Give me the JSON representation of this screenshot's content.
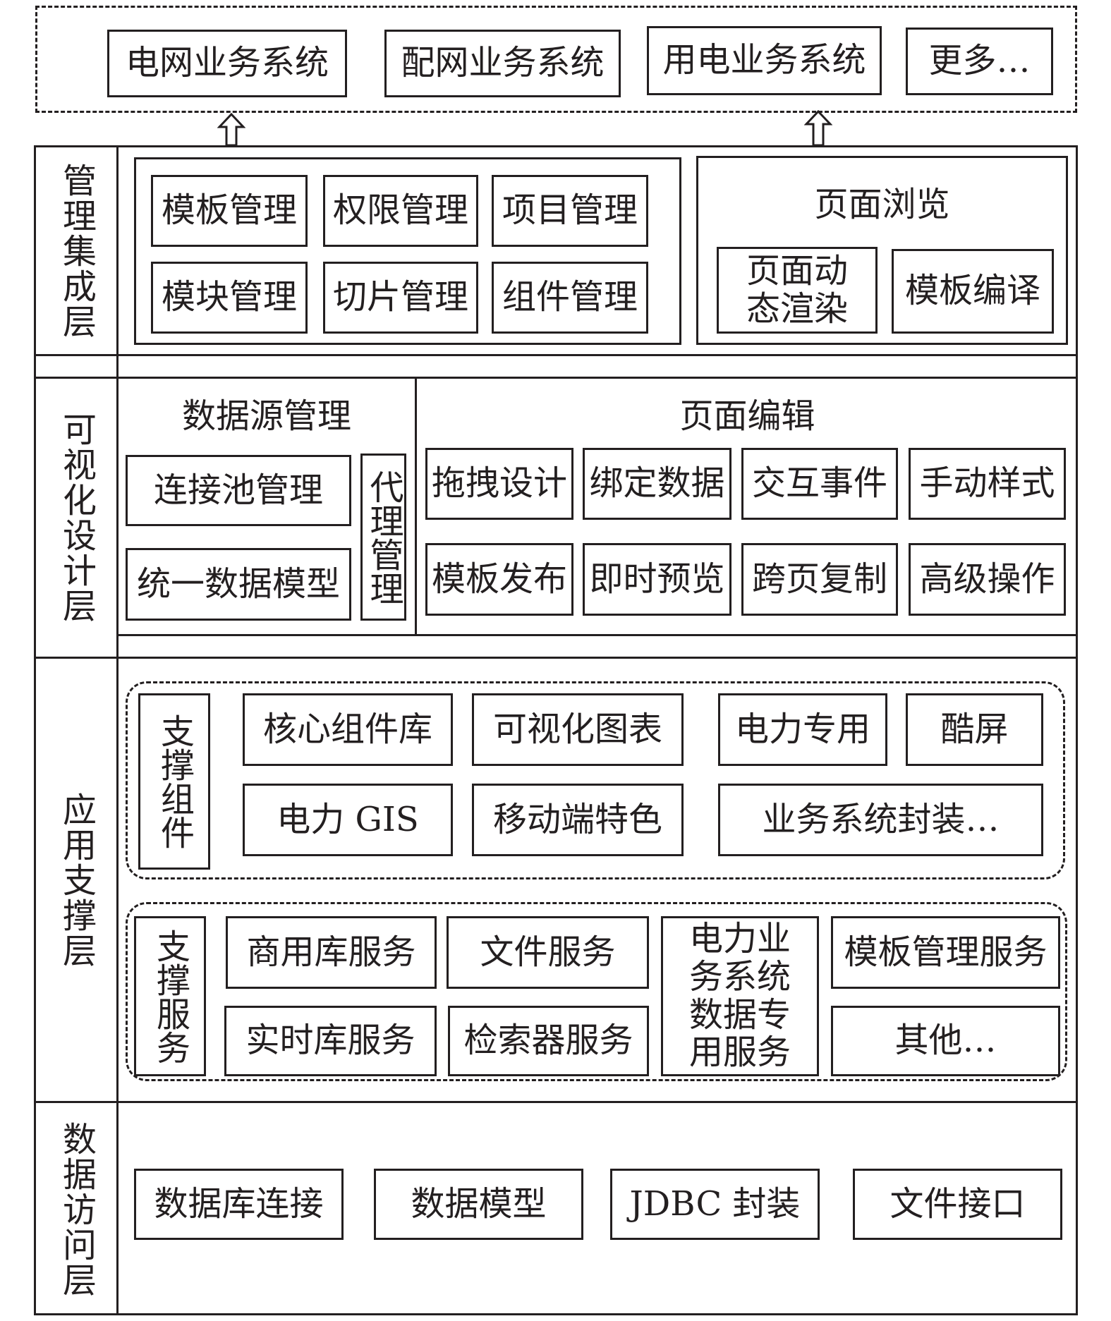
{
  "top": {
    "systems": [
      "电网业务系统",
      "配网业务系统",
      "用电业务系统",
      "更多…"
    ]
  },
  "layers": {
    "management": "管理集成层",
    "visual": "可视化设计层",
    "support": "应用支撑层",
    "data": "数据访问层"
  },
  "management": {
    "items": [
      "模板管理",
      "权限管理",
      "项目管理",
      "模块管理",
      "切片管理",
      "组件管理"
    ],
    "browse_title": "页面浏览",
    "dynamic_render": "页面动态渲染",
    "template_compile": "模板编译"
  },
  "visual": {
    "datasource_title": "数据源管理",
    "pool": "连接池管理",
    "unified_model": "统一数据模型",
    "proxy": "代理管理",
    "edit_title": "页面编辑",
    "edit_items": [
      "拖拽设计",
      "绑定数据",
      "交互事件",
      "手动样式",
      "模板发布",
      "即时预览",
      "跨页复制",
      "高级操作"
    ]
  },
  "support": {
    "components_label": "支撑组件",
    "components": [
      "核心组件库",
      "可视化图表",
      "电力专用",
      "酷屏",
      "电力 GIS",
      "移动端特色",
      "业务系统封装…"
    ],
    "services_label": "支撑服务",
    "services": [
      "商用库服务",
      "文件服务",
      "电力业务系统数据专用服务",
      "模板管理服务",
      "实时库服务",
      "检索器服务",
      "其他…"
    ]
  },
  "data_access": {
    "items": [
      "数据库连接",
      "数据模型",
      "JDBC 封装",
      "文件接口"
    ]
  }
}
